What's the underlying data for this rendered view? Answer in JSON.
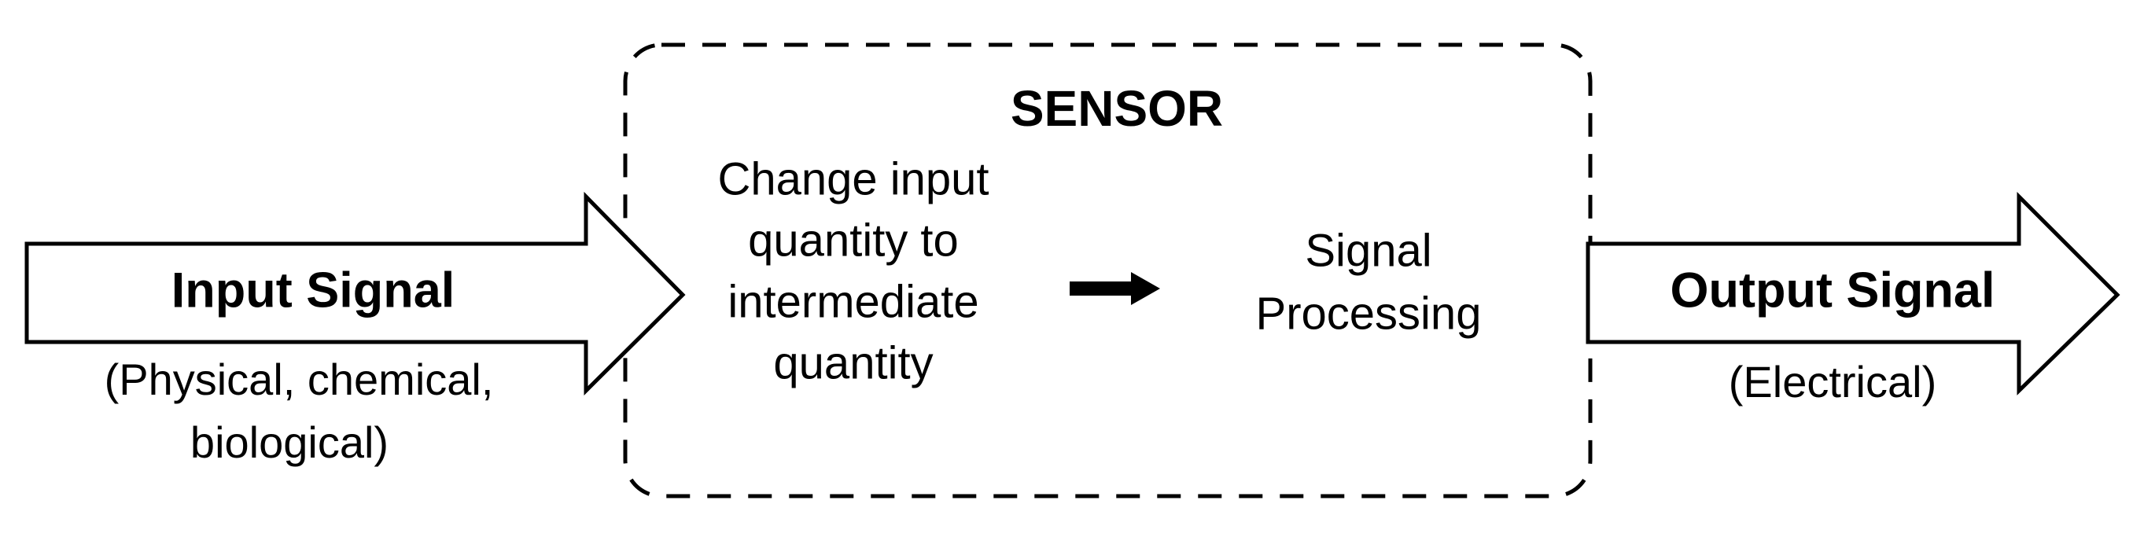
{
  "diagram": {
    "title": "Sensor signal flow block diagram",
    "background_color": "#ffffff",
    "stroke_color": "#000000",
    "input": {
      "icon": "block-arrow-right-icon",
      "label": "Input Signal",
      "sublabel_line1": "(Physical, chemical,",
      "sublabel_line2": "biological)"
    },
    "sensor": {
      "border_style": "dashed",
      "title": "SENSOR",
      "stage1": {
        "line1": "Change input",
        "line2": "quantity to",
        "line3": "intermediate",
        "line4": "quantity"
      },
      "connector_icon": "arrow-right-icon",
      "stage2": {
        "line1": "Signal",
        "line2": "Processing"
      }
    },
    "output": {
      "icon": "block-arrow-right-icon",
      "label": "Output Signal",
      "sublabel_line1": "(Electrical)"
    }
  }
}
